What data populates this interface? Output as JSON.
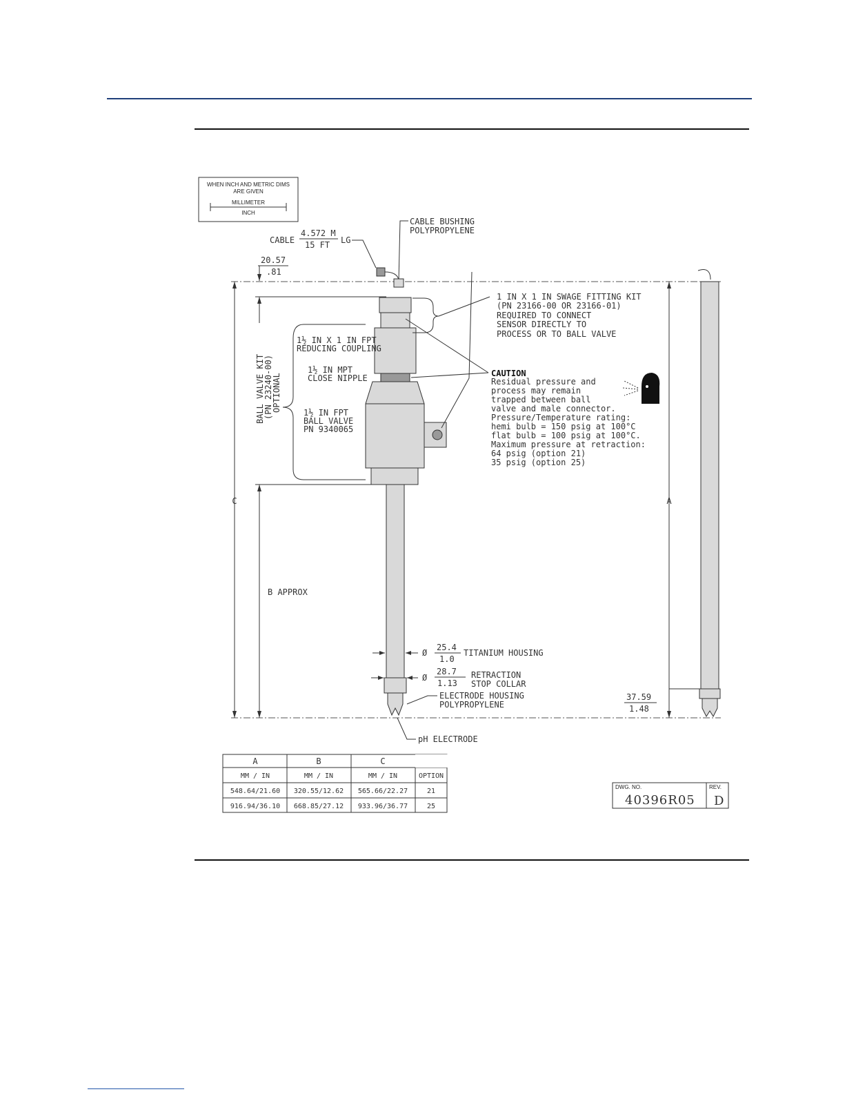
{
  "legend": {
    "line1": "WHEN INCH AND METRIC DIMS",
    "line2": "ARE GIVEN",
    "top": "MILLIMETER",
    "bottom": "INCH"
  },
  "labels": {
    "cable_bushing": "CABLE BUSHING",
    "polypropylene": "POLYPROPYLENE",
    "cable": "CABLE",
    "cable_mm": "4.572 M",
    "cable_ft": "15 FT",
    "cable_lg": "LG",
    "dim_top_mm": "20.57",
    "dim_top_in": ".81",
    "swage_1": "1 IN X 1 IN SWAGE FITTING KIT",
    "swage_2": "(PN 23166-00 OR 23166-01)",
    "swage_3": "REQUIRED TO CONNECT",
    "swage_4": "SENSOR DIRECTLY TO",
    "swage_5": "PROCESS OR TO BALL VALVE",
    "coupling_1": "1½ IN X 1 IN FPT",
    "coupling_2": "REDUCING COUPLING",
    "nipple_1": "1½ IN MPT",
    "nipple_2": "CLOSE NIPPLE",
    "valve_1": "1½ IN FPT",
    "valve_2": "BALL VALVE",
    "valve_3": "PN 9340065",
    "kit_1": "BALL VALVE KIT",
    "kit_2": "(PN 23240-00)",
    "kit_3": "OPTIONAL",
    "caution_title": "CAUTION",
    "caution_1": "Residual pressure and",
    "caution_2": "process may remain",
    "caution_3": "trapped between ball",
    "caution_4": "valve and male connector.",
    "caution_5": "Pressure/Temperature rating:",
    "caution_6": "hemi bulb = 150 psig at 100°C",
    "caution_7": "flat bulb = 100 psig at 100°C.",
    "caution_8": "Maximum pressure at retraction:",
    "caution_9": "64 psig (option 21)",
    "caution_10": "35 psig (option 25)",
    "dim_c": "C",
    "dim_a": "A",
    "dim_b": "B APPROX",
    "housing_mm": "25.4",
    "housing_in": "1.0",
    "housing_label": "TITANIUM HOUSING",
    "collar_mm": "28.7",
    "collar_in": "1.13",
    "collar_1": "RETRACTION",
    "collar_2": "STOP COLLAR",
    "electrode_housing_1": "ELECTRODE HOUSING",
    "electrode_housing_2": "POLYPROPYLENE",
    "electrode": "pH ELECTRODE",
    "dim_right_mm": "37.59",
    "dim_right_in": "1.48",
    "diameter_symbol": "Ø"
  },
  "table": {
    "headers": [
      "A",
      "B",
      "C"
    ],
    "subheaders": [
      "MM / IN",
      "MM / IN",
      "MM / IN",
      "OPTION"
    ],
    "rows": [
      [
        "548.64/21.60",
        "320.55/12.62",
        "565.66/22.27",
        "21"
      ],
      [
        "916.94/36.10",
        "668.85/27.12",
        "933.96/36.77",
        "25"
      ]
    ]
  },
  "title_block": {
    "dwg_label": "DWG. NO.",
    "dwg_no": "40396R05",
    "rev_label": "REV.",
    "rev": "D"
  }
}
